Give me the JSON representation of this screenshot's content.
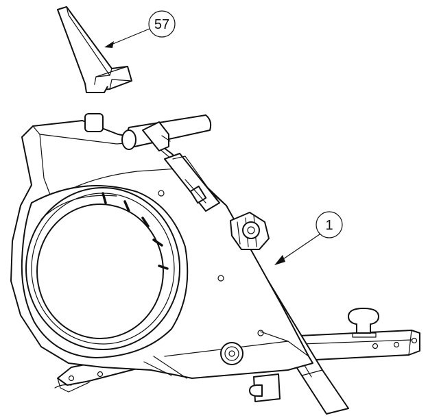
{
  "callouts": [
    {
      "id": "callout-57",
      "label": "57"
    },
    {
      "id": "callout-1",
      "label": "1"
    }
  ]
}
